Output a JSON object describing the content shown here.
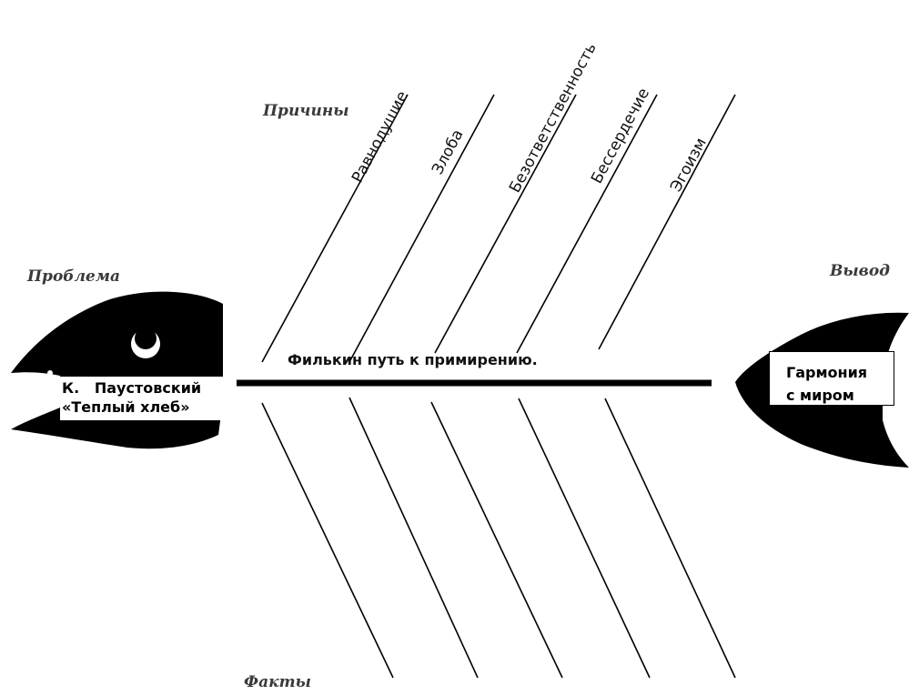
{
  "labels": {
    "causes_heading": "Причины",
    "facts_heading": "Факты",
    "problem_heading": "Проблема",
    "conclusion_heading": "Вывод"
  },
  "causes": [
    "Равнодушие",
    "Злоба",
    "Безответственность",
    "Бессердечие",
    "Эгоизм"
  ],
  "spine_text": "Филькин путь к примирению.",
  "problem": {
    "line1": "К.   Паустовский",
    "line2": "«Теплый хлеб»"
  },
  "conclusion": {
    "line1": "Гармония",
    "line2": "с миром"
  },
  "colors": {
    "ink": "#000000",
    "background": "#ffffff"
  }
}
